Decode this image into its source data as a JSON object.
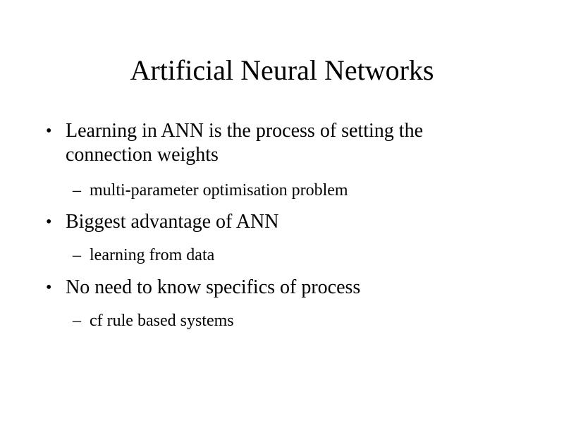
{
  "title": "Artificial Neural Networks",
  "bullets": [
    {
      "text": "Learning in ANN is the process of setting the connection weights",
      "sub": "multi-parameter optimisation problem"
    },
    {
      "text": "Biggest advantage of ANN",
      "sub": "learning from data"
    },
    {
      "text": "No need to know specifics of process",
      "sub": "cf rule based systems"
    }
  ]
}
